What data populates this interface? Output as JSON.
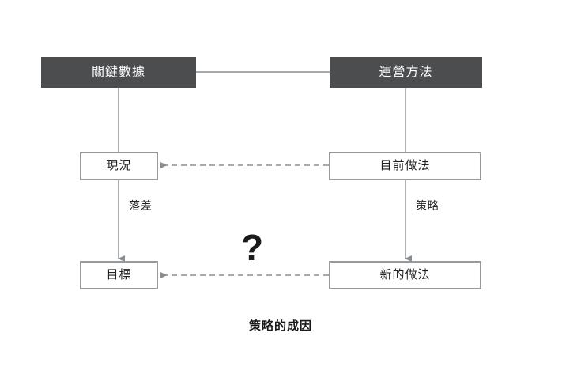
{
  "diagram": {
    "caption": "策略的成因",
    "question_mark": "?",
    "colors": {
      "header_fill": "#4b4d4f",
      "header_text": "#ffffff",
      "box_border": "#969a9d",
      "box_fill": "#ffffff",
      "line": "#8a8d90",
      "text": "#222222",
      "background": "#ffffff"
    },
    "nodes": [
      {
        "id": "key-data",
        "label": "關鍵數據",
        "style": "dark"
      },
      {
        "id": "operating-method",
        "label": "運營方法",
        "style": "dark"
      },
      {
        "id": "current-status",
        "label": "現況",
        "style": "light"
      },
      {
        "id": "current-practice",
        "label": "目前做法",
        "style": "light"
      },
      {
        "id": "goal",
        "label": "目標",
        "style": "light"
      },
      {
        "id": "new-practice",
        "label": "新的做法",
        "style": "light"
      }
    ],
    "edge_labels": [
      {
        "id": "gap",
        "label": "落差"
      },
      {
        "id": "strategy",
        "label": "策略"
      }
    ],
    "edges": [
      {
        "id": "key-data-to-operating-method",
        "from": "key-data",
        "to": "operating-method",
        "style": "solid",
        "arrow": "none"
      },
      {
        "id": "key-data-to-current-status",
        "from": "key-data",
        "to": "current-status",
        "style": "solid",
        "arrow": "none"
      },
      {
        "id": "current-status-to-goal",
        "from": "current-status",
        "to": "goal",
        "style": "solid",
        "arrow": "down",
        "label": "落差"
      },
      {
        "id": "operating-to-current-practice",
        "from": "operating-method",
        "to": "current-practice",
        "style": "solid",
        "arrow": "none"
      },
      {
        "id": "current-practice-to-new",
        "from": "current-practice",
        "to": "new-practice",
        "style": "solid",
        "arrow": "down",
        "label": "策略"
      },
      {
        "id": "current-practice-to-status",
        "from": "current-practice",
        "to": "current-status",
        "style": "dashed",
        "arrow": "left"
      },
      {
        "id": "new-practice-to-goal",
        "from": "new-practice",
        "to": "goal",
        "style": "dashed",
        "arrow": "left"
      }
    ]
  }
}
